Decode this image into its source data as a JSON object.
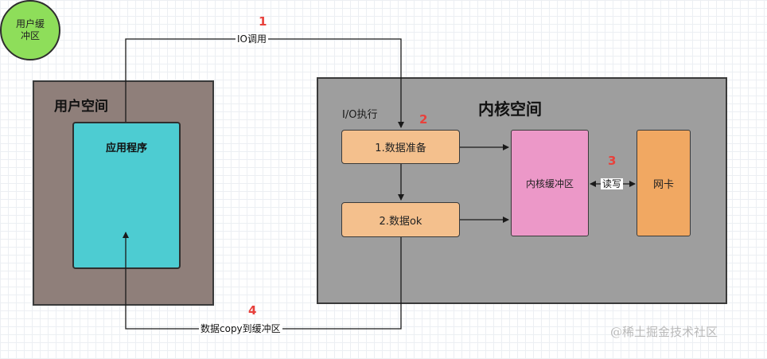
{
  "user_space": {
    "title": "用户空间",
    "app_program": "应用程序",
    "user_buffer": [
      "用户缓",
      "冲区"
    ]
  },
  "kernel_space": {
    "title": "内核空间",
    "io_exec_label": "I/O执行",
    "step_prepare": "1.数据准备",
    "step_ok": "2.数据ok",
    "kernel_buffer": "内核缓冲区",
    "nic": "网卡",
    "read_write": "读写"
  },
  "edges": {
    "io_call": "IO调用",
    "copy_to_buffer": "数据copy到缓冲区"
  },
  "step_numbers": [
    "1",
    "2",
    "3",
    "4"
  ],
  "watermark": "@稀土掘金技术社区",
  "colors": {
    "user_space": "#8f7f7a",
    "kernel_space": "#9e9e9e",
    "app_program": "#4dccd2",
    "user_buffer": "#8ede5a",
    "step_box": "#f4c08d",
    "kernel_buffer": "#ec98c8",
    "nic": "#f1a862",
    "step_number": "#e8413c"
  }
}
